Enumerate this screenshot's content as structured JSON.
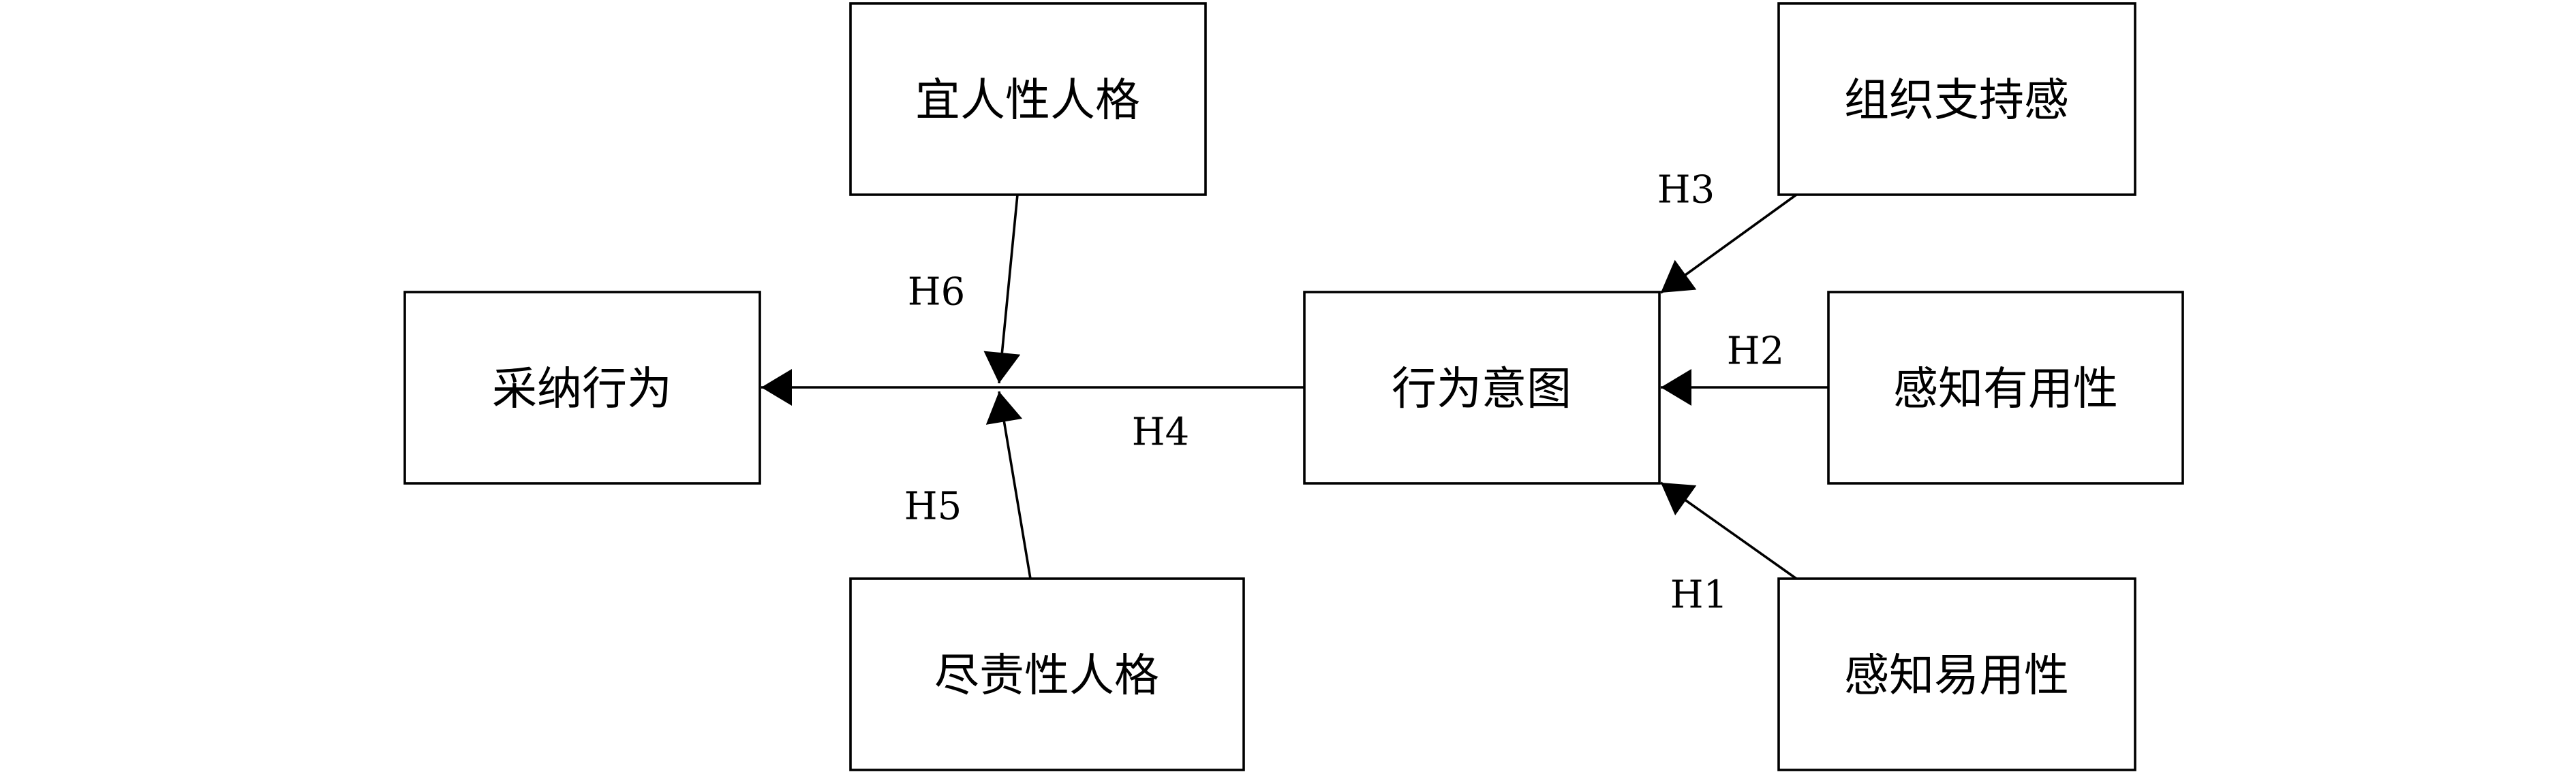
{
  "nodes": {
    "agreeableness": "宜人性人格",
    "perceived_org_support": "组织支持感",
    "adoption_behavior": "采纳行为",
    "behavioral_intention": "行为意图",
    "perceived_usefulness": "感知有用性",
    "conscientiousness": "尽责性人格",
    "perceived_ease_of_use": "感知易用性"
  },
  "hypotheses": {
    "h1": "H1",
    "h2": "H2",
    "h3": "H3",
    "h4": "H4",
    "h5": "H5",
    "h6": "H6"
  },
  "colors": {
    "stroke": "#000000",
    "background": "#ffffff"
  }
}
